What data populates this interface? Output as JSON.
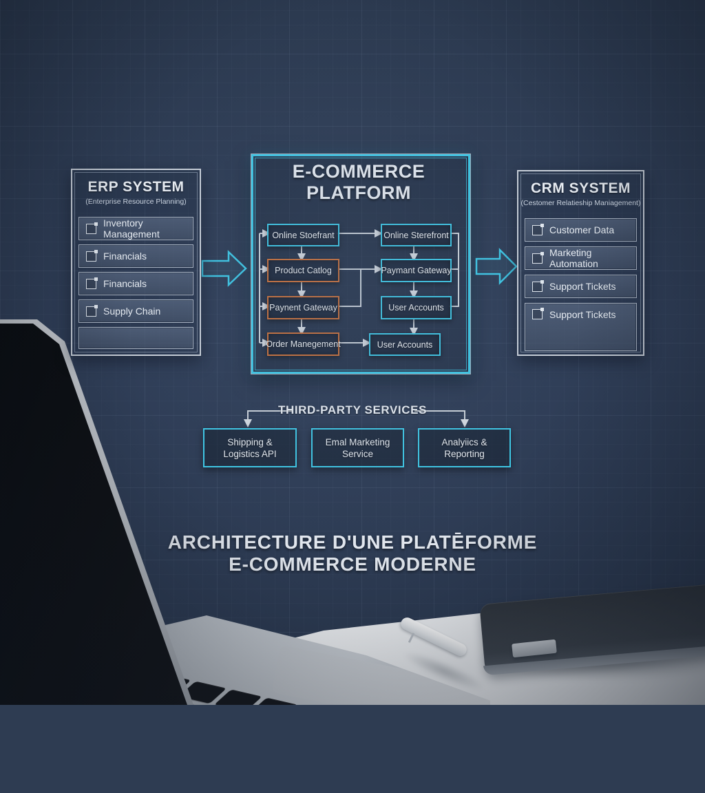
{
  "colors": {
    "background": "#2e3c52",
    "accent_cyan": "#3fc8e6",
    "accent_orange": "#c9713c",
    "connector_gray": "#ccd3da",
    "system_border": "#c9d0d9",
    "text": "#e8edf3"
  },
  "erp": {
    "title": "ERP SYSTEM",
    "subtitle": "(Enterprise Resource Planning)",
    "items": [
      {
        "label": "Inventory Management"
      },
      {
        "label": "Financials"
      },
      {
        "label": "Financials"
      },
      {
        "label": "Supply Chain"
      }
    ]
  },
  "platform": {
    "title_line1": "E-COMMERCE",
    "title_line2": "PLATFORM",
    "left_nodes": [
      {
        "label": "Online Stoefrant",
        "accent": "cyan"
      },
      {
        "label": "Product Catlog",
        "accent": "orange"
      },
      {
        "label": "Paynent Gateway",
        "accent": "orange"
      },
      {
        "label": "Order Manegement",
        "accent": "orange"
      }
    ],
    "right_nodes": [
      {
        "label": "Online Sterefront",
        "accent": "cyan"
      },
      {
        "label": "Paymant Gateway",
        "accent": "cyan"
      },
      {
        "label": "User Accounts",
        "accent": "cyan"
      },
      {
        "label": "User Accounts",
        "accent": "cyan"
      }
    ]
  },
  "crm": {
    "title": "CRM SYSTEM",
    "subtitle": "(Cestomer Relatieship Maniagement)",
    "items": [
      {
        "label": "Customer Data"
      },
      {
        "label": "Marketing Automation"
      },
      {
        "label": "Support Tickets"
      },
      {
        "label": "Support Tickets"
      }
    ]
  },
  "third_party": {
    "label": "THIRD-PARTY SERVICES",
    "boxes": [
      {
        "line1": "Shipping &",
        "line2": "Logistics API"
      },
      {
        "line1": "Emal Marketing",
        "line2": "Service"
      },
      {
        "line1": "Analyiics &",
        "line2": "Reporting"
      }
    ]
  },
  "caption": {
    "line1": "ARCHITECTURE D'UNE PLATĒFORME",
    "line2": "E-COMMERCE MODERNE"
  }
}
